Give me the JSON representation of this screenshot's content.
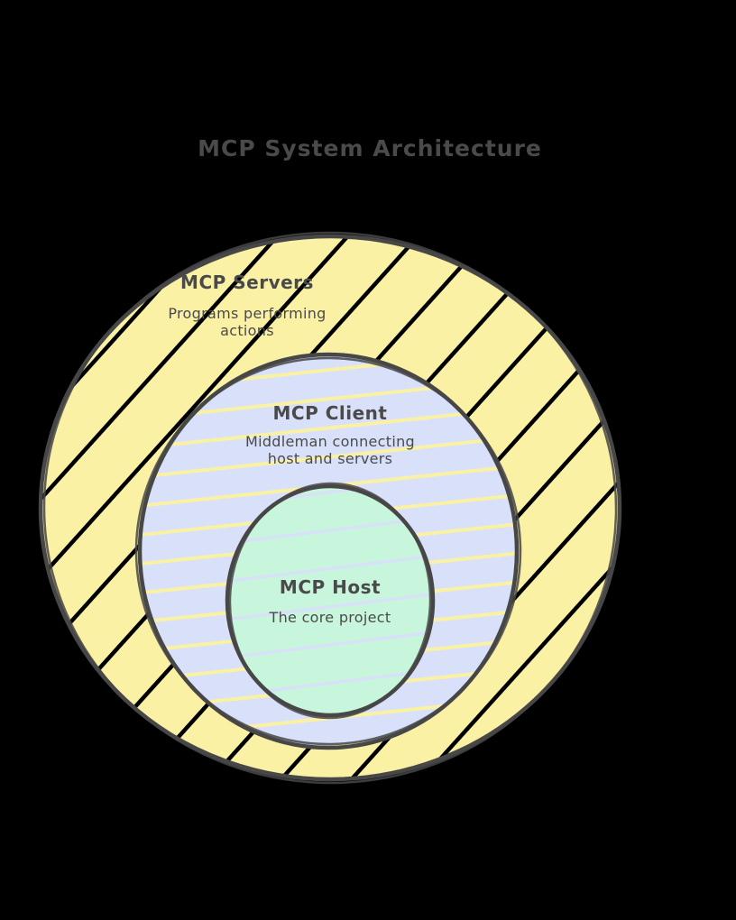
{
  "title": "MCP System Architecture",
  "colors": {
    "background": "#000000",
    "outline": "#474747",
    "text": "#4a4a4a",
    "servers_fill": "#FAF1A4",
    "client_fill": "#D8E1F9",
    "host_fill": "#C8F6DC"
  },
  "diagram": {
    "type": "nested-ellipses",
    "rings": {
      "servers": {
        "label": "MCP Servers",
        "description": "Programs performing actions"
      },
      "client": {
        "label": "MCP Client",
        "description": "Middleman connecting host and servers"
      },
      "host": {
        "label": "MCP Host",
        "description": "The core project"
      }
    }
  }
}
